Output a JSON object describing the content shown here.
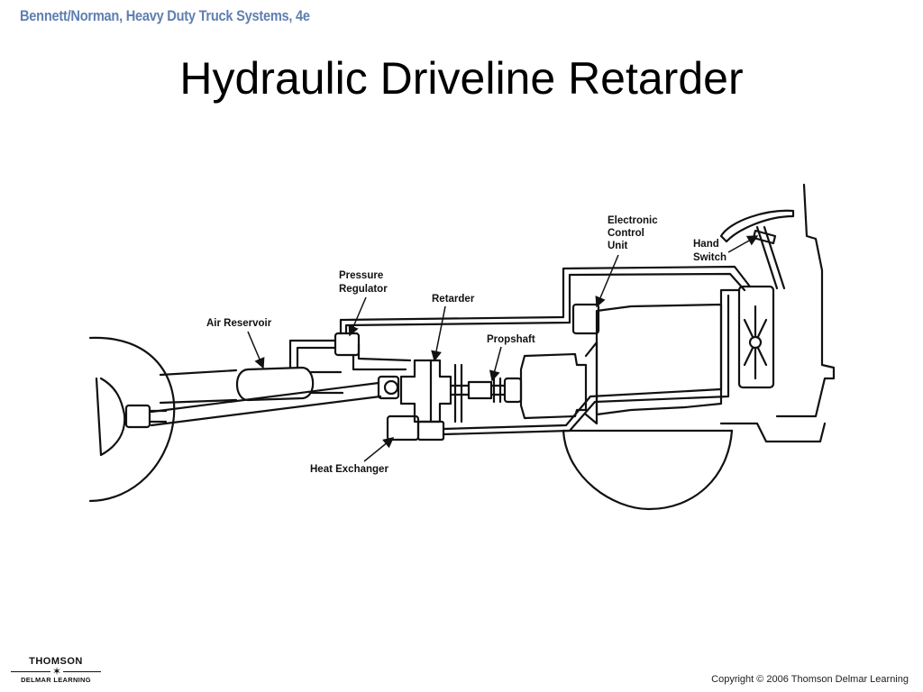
{
  "header": {
    "book": "Bennett/Norman, Heavy Duty Truck Systems, 4e"
  },
  "slide": {
    "title": "Hydraulic Driveline Retarder"
  },
  "diagram": {
    "labels": {
      "ecu": [
        "Electronic",
        "Control",
        "Unit"
      ],
      "hand_switch": [
        "Hand",
        "Switch"
      ],
      "pressure_regulator": [
        "Pressure",
        "Regulator"
      ],
      "retarder": "Retarder",
      "air_reservoir": "Air Reservoir",
      "propshaft": "Propshaft",
      "heat_exchanger": "Heat Exchanger"
    }
  },
  "footer": {
    "logo_top": "THOMSON",
    "logo_bottom": "DELMAR LEARNING",
    "copyright": "Copyright © 2006 Thomson Delmar Learning"
  }
}
